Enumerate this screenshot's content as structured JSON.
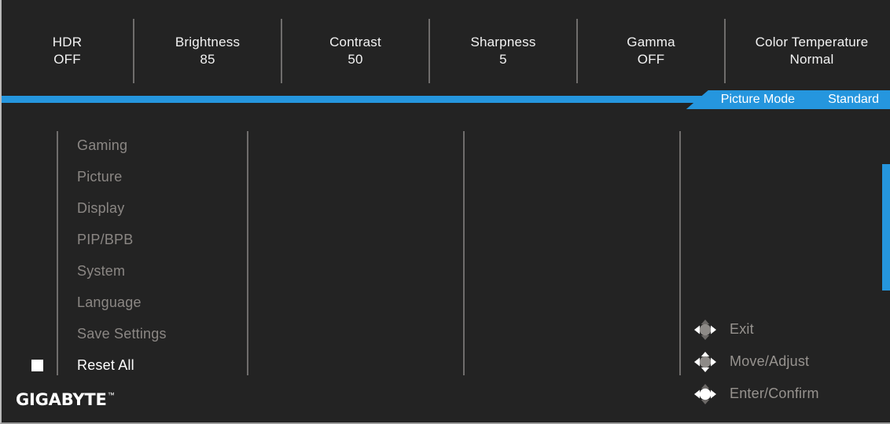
{
  "colors": {
    "accent": "#2596de",
    "background": "#232323",
    "text_primary": "#ffffff",
    "text_dim": "#8b8784",
    "divider": "#6f6d6c"
  },
  "topbar": {
    "items": [
      {
        "label": "HDR",
        "value": "OFF"
      },
      {
        "label": "Brightness",
        "value": "85"
      },
      {
        "label": "Contrast",
        "value": "50"
      },
      {
        "label": "Sharpness",
        "value": "5"
      },
      {
        "label": "Gamma",
        "value": "OFF"
      },
      {
        "label": "Color Temperature",
        "value": "Normal"
      }
    ]
  },
  "mode_tag": {
    "name": "Picture Mode",
    "value": "Standard"
  },
  "menu": {
    "items": [
      {
        "label": "Gaming",
        "selected": false
      },
      {
        "label": "Picture",
        "selected": false
      },
      {
        "label": "Display",
        "selected": false
      },
      {
        "label": "PIP/BPB",
        "selected": false
      },
      {
        "label": "System",
        "selected": false
      },
      {
        "label": "Language",
        "selected": false
      },
      {
        "label": "Save Settings",
        "selected": false
      },
      {
        "label": "Reset All",
        "selected": true
      }
    ]
  },
  "legend": {
    "rows": [
      {
        "icon": "joystick-left-right-icon",
        "label": "Exit"
      },
      {
        "icon": "joystick-move-icon",
        "label": "Move/Adjust"
      },
      {
        "icon": "joystick-press-icon",
        "label": "Enter/Confirm"
      }
    ]
  },
  "brand": {
    "name": "GIGABYTE",
    "trademark": "™"
  },
  "scrollbar": {
    "visible": true
  }
}
